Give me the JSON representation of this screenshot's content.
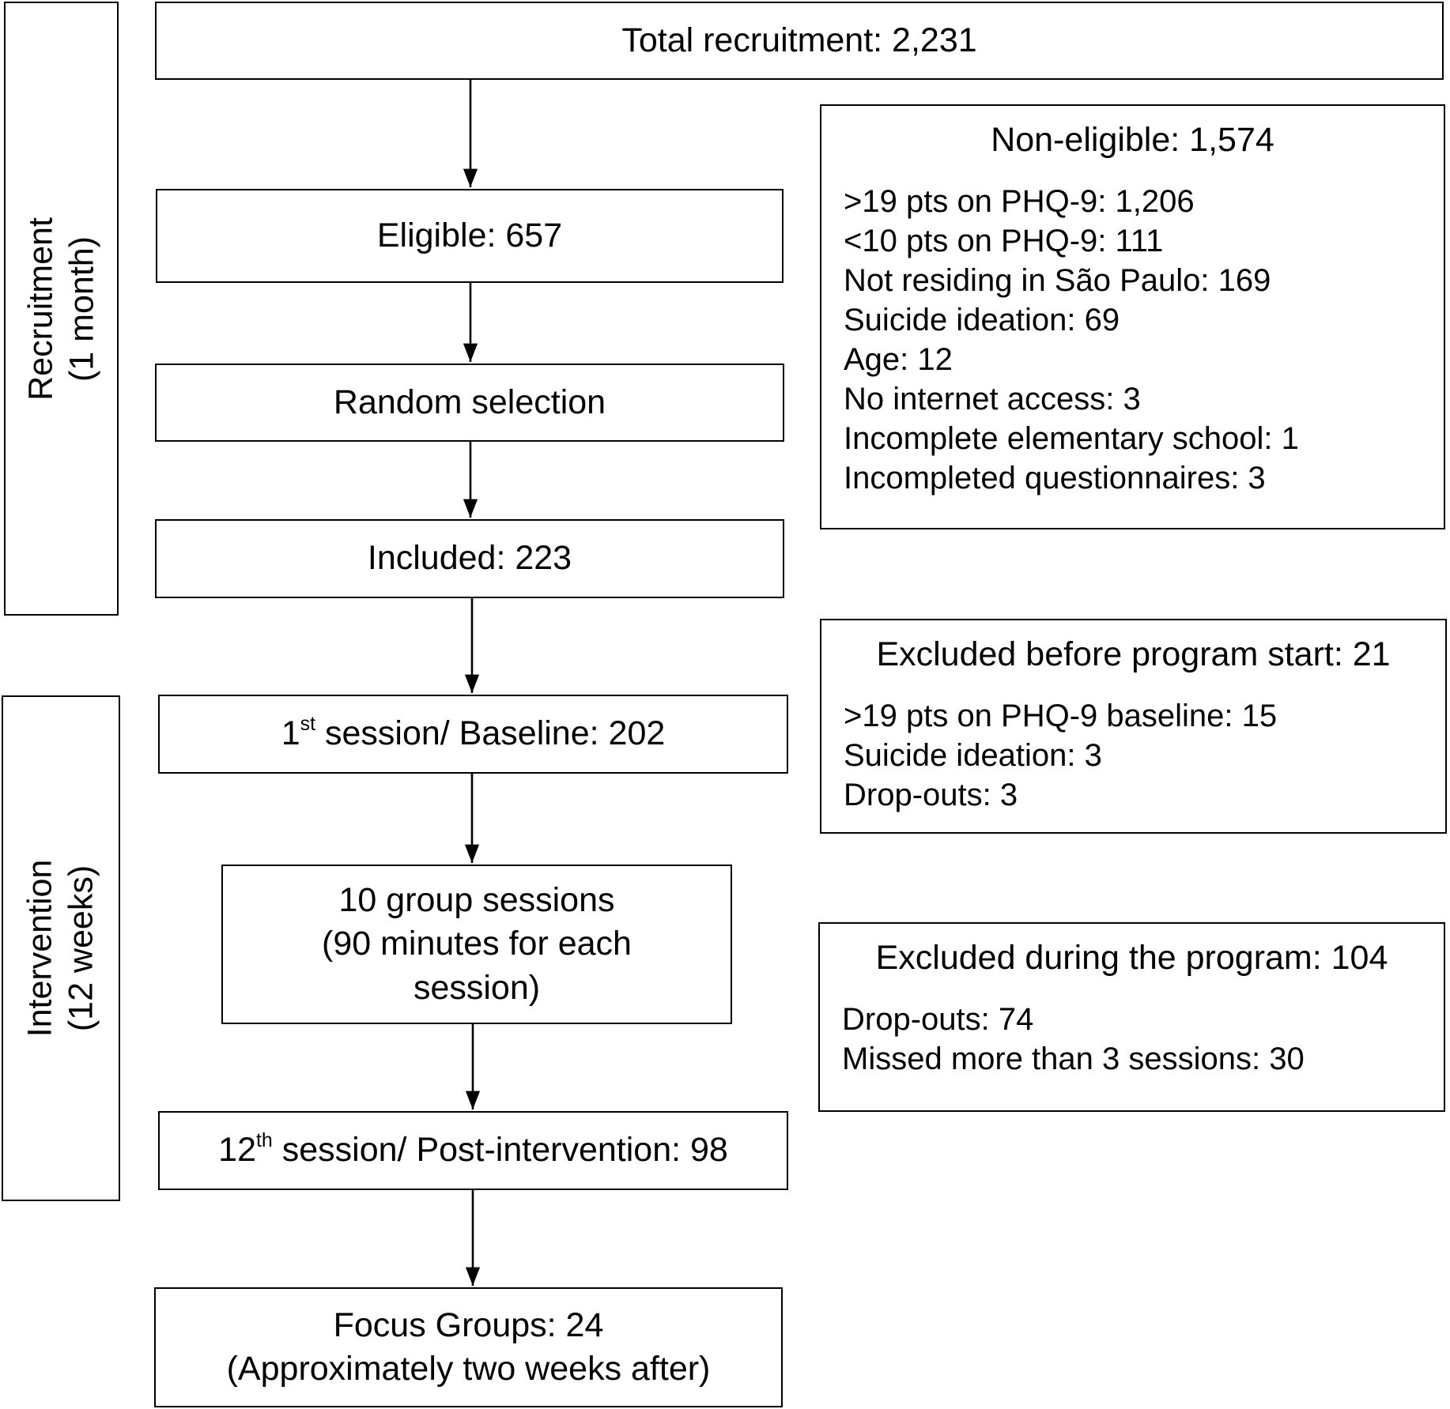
{
  "phases": {
    "recruitment": {
      "line1": "Recruitment",
      "line2": "(1 month)"
    },
    "intervention": {
      "line1": "Intervention",
      "line2": "(12 weeks)"
    }
  },
  "flow": {
    "total": "Total recruitment: 2,231",
    "eligible": "Eligible: 657",
    "random": "Random selection",
    "included": "Included: 223",
    "baseline": {
      "num": "1",
      "sup": "st",
      "rest": " session/ Baseline: 202"
    },
    "group": {
      "line1": "10 group sessions",
      "line2": "(90 minutes for each",
      "line3": "session)"
    },
    "post": {
      "num": "12",
      "sup": "th",
      "rest": " session/ Post-intervention: 98"
    },
    "focus": {
      "line1": "Focus Groups: 24",
      "line2": "(Approximately two weeks after)"
    }
  },
  "side": {
    "noneligible": {
      "title": "Non-eligible: 1,574",
      "items": [
        ">19 pts on PHQ-9: 1,206",
        "<10 pts on PHQ-9: 111",
        "Not residing in São Paulo: 169",
        "Suicide ideation: 69",
        "Age: 12",
        "No internet access: 3",
        "Incomplete elementary school: 1",
        "Incompleted questionnaires: 3"
      ]
    },
    "before": {
      "title": "Excluded before program start: 21",
      "items": [
        ">19 pts on PHQ-9 baseline: 15",
        "Suicide ideation: 3",
        "Drop-outs: 3"
      ]
    },
    "during": {
      "title": "Excluded during the program: 104",
      "items": [
        "Drop-outs: 74",
        "Missed more than 3 sessions: 30"
      ]
    }
  }
}
